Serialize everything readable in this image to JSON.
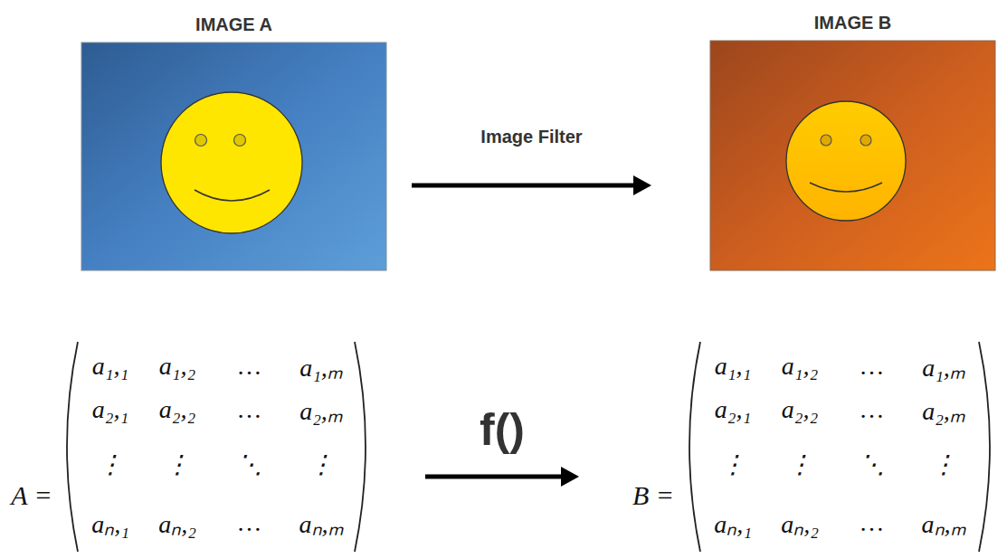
{
  "diagram": {
    "nodes": [
      {
        "text": [
          "IMAGE A"
        ]
      },
      {
        "text": [
          "IMAGE B"
        ]
      },
      {
        "text": [
          "A =",
          "a₁,₁",
          "a₁,₂",
          "…",
          "a₁,ₘ",
          "a₂,₁",
          "a₂,₂",
          "…",
          "a₂,ₘ",
          "⋮",
          "⋮",
          "⋱",
          "⋮",
          "aₙ,₁",
          "aₙ,₂",
          "…",
          "aₙ,ₘ"
        ]
      },
      {
        "text": [
          "B =",
          "a₁,₁",
          "a₁,₂",
          "…",
          "a₁,ₘ",
          "a₂,₁",
          "a₂,₂",
          "…",
          "a₂,ₘ",
          "⋮",
          "⋮",
          "⋱",
          "⋮",
          "aₙ,₁",
          "aₙ,₂",
          "…",
          "aₙ,ₘ"
        ]
      }
    ],
    "edges": [
      {
        "from": 0,
        "to": 1,
        "arrow": "to",
        "label": "Image Filter"
      },
      {
        "from": 2,
        "to": 3,
        "arrow": "to",
        "label": "f()"
      }
    ]
  }
}
